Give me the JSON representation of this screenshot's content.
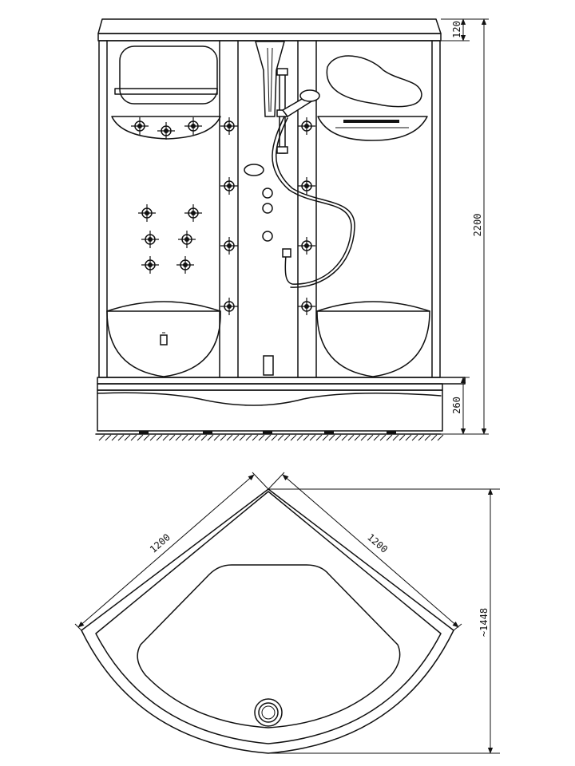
{
  "dimensions": {
    "top_panel_height": "120",
    "total_height": "2200",
    "tray_height": "260",
    "side_a": "1200",
    "side_b": "1200",
    "diagonal": "~1448"
  },
  "colors": {
    "line": "#111111",
    "background": "#ffffff"
  }
}
